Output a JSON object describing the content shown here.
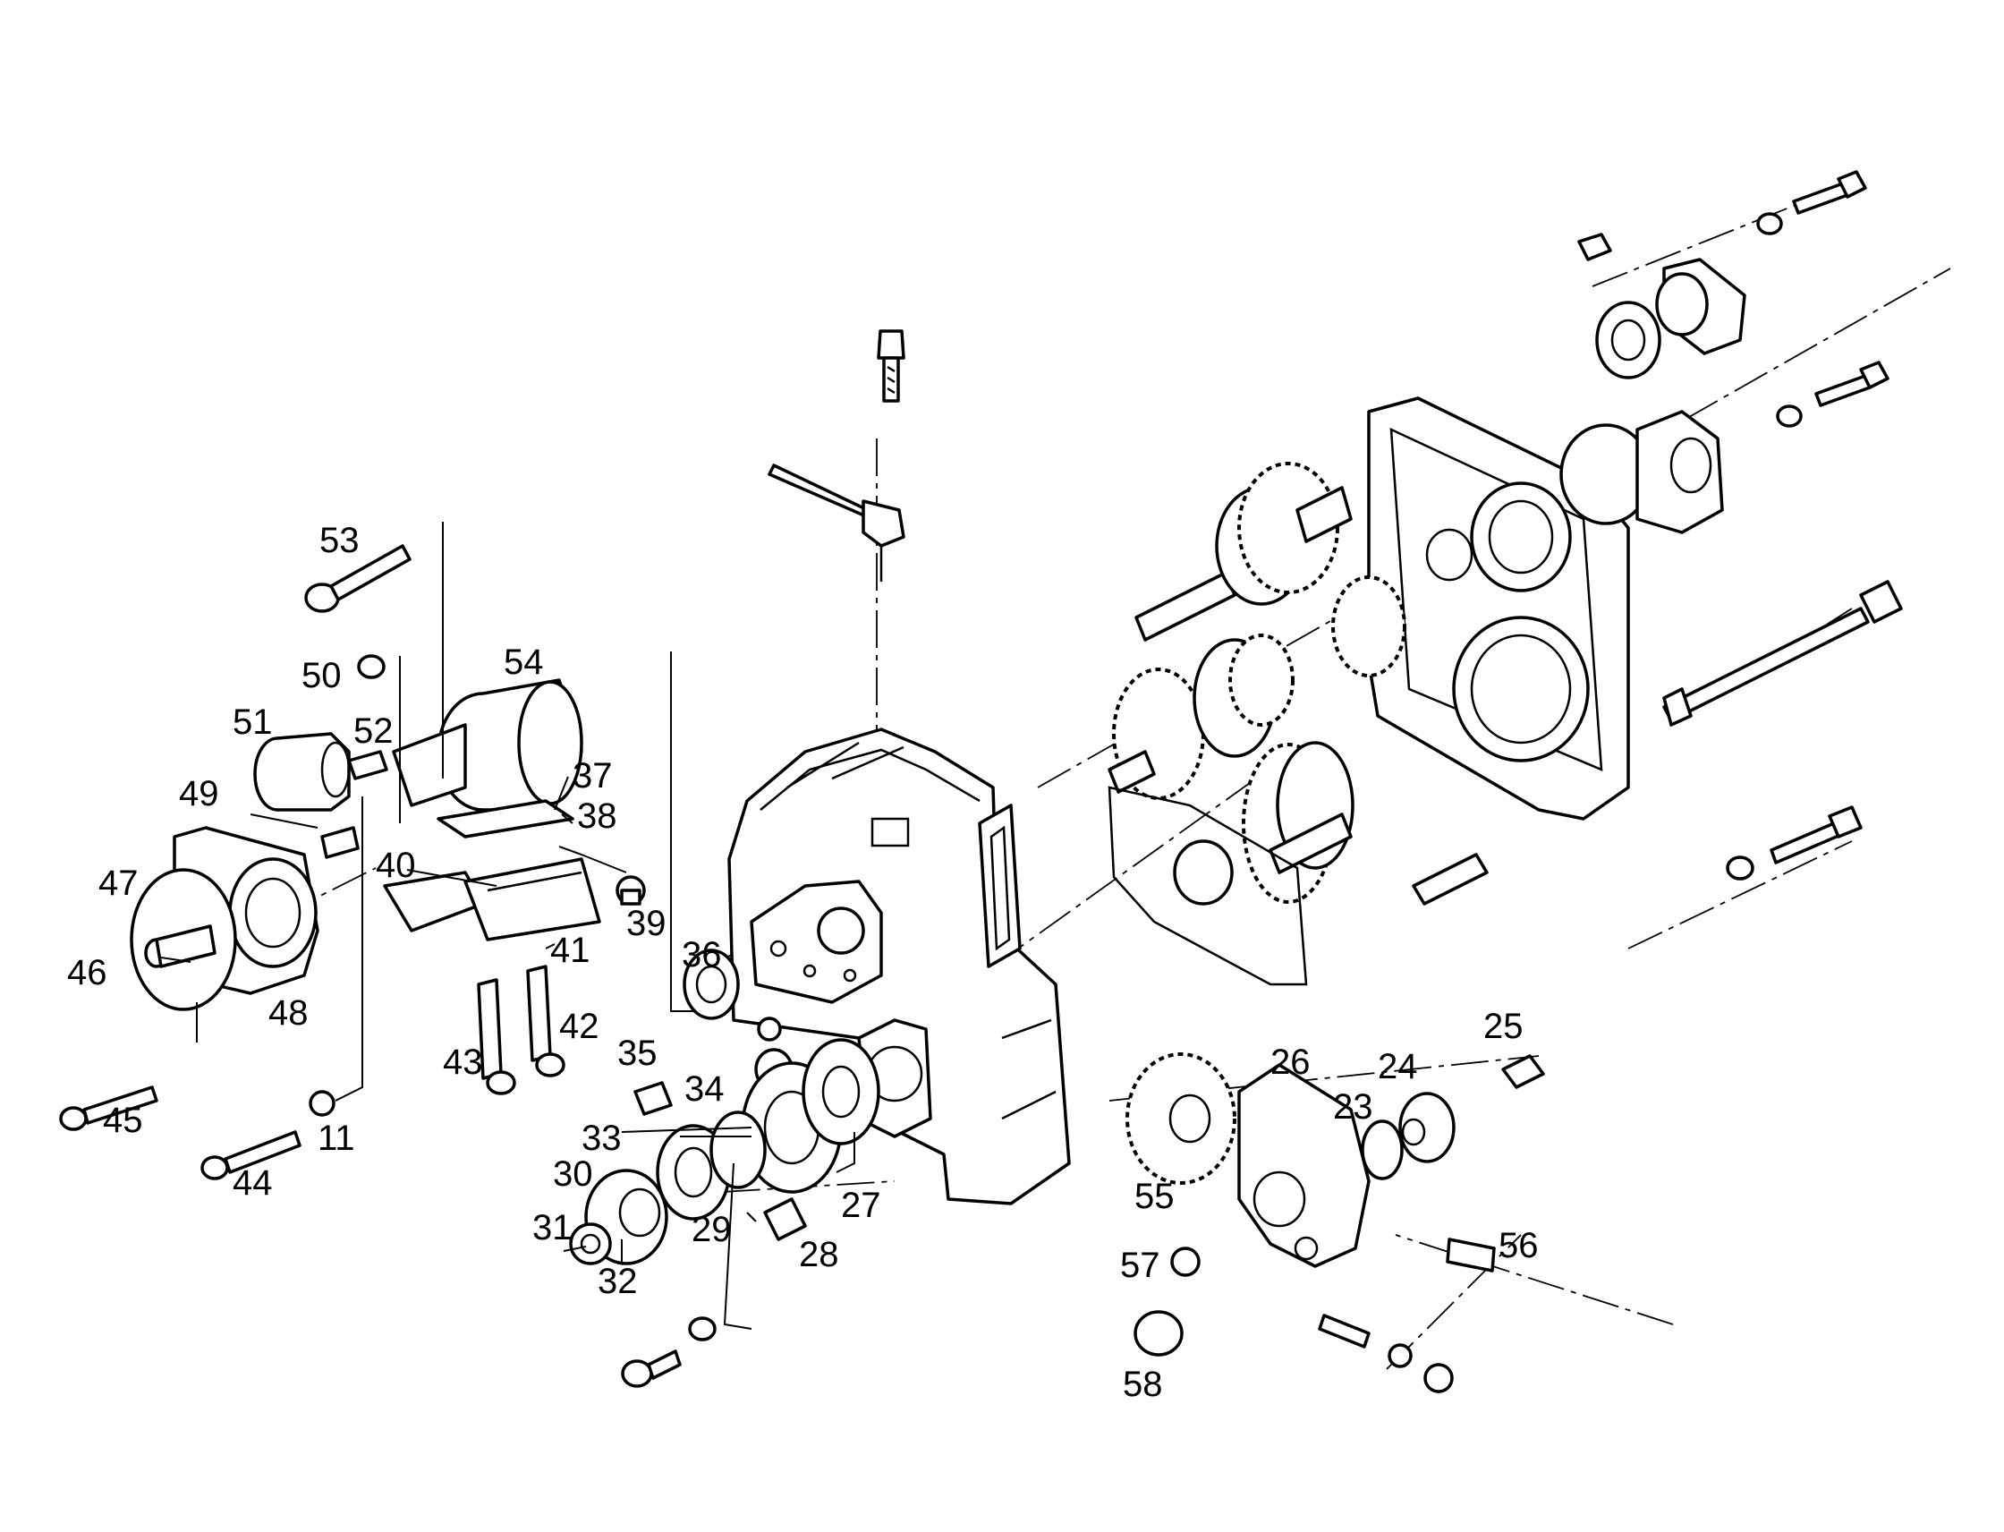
{
  "callouts": [
    {
      "id": "c53",
      "label": "53"
    },
    {
      "id": "c50",
      "label": "50"
    },
    {
      "id": "c54",
      "label": "54"
    },
    {
      "id": "c51",
      "label": "51"
    },
    {
      "id": "c52",
      "label": "52"
    },
    {
      "id": "c37",
      "label": "37"
    },
    {
      "id": "c49",
      "label": "49"
    },
    {
      "id": "c38",
      "label": "38"
    },
    {
      "id": "c47",
      "label": "47"
    },
    {
      "id": "c40",
      "label": "40"
    },
    {
      "id": "c39",
      "label": "39"
    },
    {
      "id": "c41",
      "label": "41"
    },
    {
      "id": "c46",
      "label": "46"
    },
    {
      "id": "c36",
      "label": "36"
    },
    {
      "id": "c48",
      "label": "48"
    },
    {
      "id": "c42",
      "label": "42"
    },
    {
      "id": "c43",
      "label": "43"
    },
    {
      "id": "c35",
      "label": "35"
    },
    {
      "id": "c34",
      "label": "34"
    },
    {
      "id": "c45",
      "label": "45"
    },
    {
      "id": "c11",
      "label": "11"
    },
    {
      "id": "c33",
      "label": "33"
    },
    {
      "id": "c44",
      "label": "44"
    },
    {
      "id": "c30",
      "label": "30"
    },
    {
      "id": "c27",
      "label": "27"
    },
    {
      "id": "c29",
      "label": "29"
    },
    {
      "id": "c31",
      "label": "31"
    },
    {
      "id": "c28",
      "label": "28"
    },
    {
      "id": "c32",
      "label": "32"
    },
    {
      "id": "c26",
      "label": "26"
    },
    {
      "id": "c25",
      "label": "25"
    },
    {
      "id": "c24",
      "label": "24"
    },
    {
      "id": "c23",
      "label": "23"
    },
    {
      "id": "c55",
      "label": "55"
    },
    {
      "id": "c56",
      "label": "56"
    },
    {
      "id": "c57",
      "label": "57"
    },
    {
      "id": "c58",
      "label": "58"
    }
  ]
}
